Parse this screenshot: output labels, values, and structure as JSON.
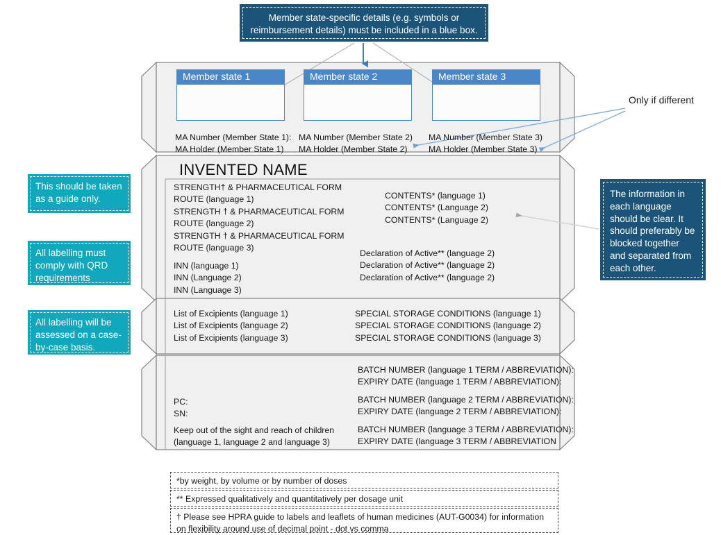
{
  "callouts": {
    "top": "Member state-specific details (e.g. symbols or reimbursement details) must be included in a blue box.",
    "right": "The information in each language should be clear. It should preferably be blocked together and separated from each other.",
    "guide": "This should be taken as a guide only.",
    "qrd": "All labelling must comply with QRD requirements",
    "case": "All labelling will be assessed on a case-by-case basis.",
    "only_if_different": "Only if\ndifferent"
  },
  "colors": {
    "dark_blue": "#1b5478",
    "teal": "#11A7BC",
    "header_blue": "#4a86c8",
    "arrow_blue": "#6f9fd1",
    "panel_fill": "#f0f0f0",
    "panel_stroke": "#808080"
  },
  "member_states": [
    {
      "header": "Member state 1",
      "ma_number": "MA Number (Member State 1):",
      "ma_holder": "MA Holder (Member State 1)"
    },
    {
      "header": "Member state 2",
      "ma_number": "MA Number (Member State 2)",
      "ma_holder": "MA Holder (Member State 2)"
    },
    {
      "header": "Member state 3",
      "ma_number": "MA Number (Member State 3)",
      "ma_holder": "MA Holder (Member State 3)"
    }
  ],
  "main_panel": {
    "invented_name": "INVENTED NAME",
    "strength_block": "STRENGTH† & PHARMACEUTICAL FORM\nROUTE (language 1)\nSTRENGTH † & PHARMACEUTICAL FORM\nROUTE (language 2)\nSTRENGTH † & PHARMACEUTICAL FORM\nROUTE (language 3)",
    "inn_block": "INN (language 1)\nINN (Language 2)\nINN (Language 3)",
    "contents_block": "CONTENTS* (language 1)\nCONTENTS* (Language 2)\nCONTENTS* (Language 2)",
    "declaration_block": "Declaration of Active** (language 2)\nDeclaration of Active** (language 2)\nDeclaration of Active** (language 2)"
  },
  "excipients_panel": {
    "excipients_block": "List of Excipients (language 1)\nList of Excipients (language 2)\nList of Excipients (language 3)",
    "storage_block": "SPECIAL STORAGE CONDITIONS (language 1)\nSPECIAL STORAGE CONDITIONS (language 2)\nSPECIAL STORAGE CONDITIONS (language 3)"
  },
  "bottom_panel": {
    "pcsn_block": "PC:\nSN:",
    "keepout_block": "Keep out of the sight and reach of children\n(language 1, language 2 and language 3)",
    "batch1_block": "BATCH NUMBER (language 1 TERM / ABBREVIATION):\nEXPIRY DATE (language 1 TERM / ABBREVIATION):",
    "batch2_block": "BATCH NUMBER (language 2 TERM / ABBREVIATION):\nEXPIRY DATE (language 2 TERM / ABBREVIATION):",
    "batch3_block": "BATCH NUMBER (language 3 TERM / ABBREVIATION):\nEXPIRY DATE (language 3 TERM / ABBREVIATION"
  },
  "footnotes": [
    "*by weight, by volume or by number of doses",
    "** Expressed qualitatively and quantitatively per dosage unit",
    "† Please see HPRA guide to labels and leaflets of human medicines (AUT-G0034) for information on flexibility around use of decimal point - dot vs comma"
  ]
}
